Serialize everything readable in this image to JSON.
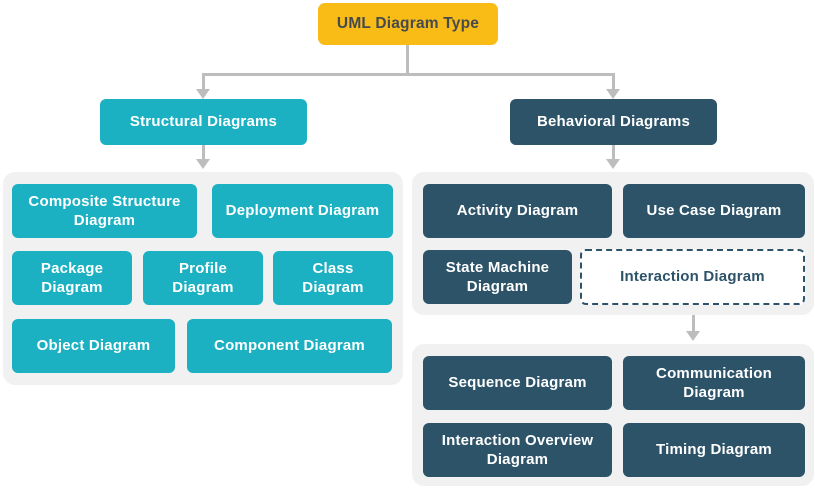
{
  "colors": {
    "root_fill": "#F9BB16",
    "root_text": "#454A4F",
    "structural_fill": "#1BB1C2",
    "behavioral_fill": "#2D5369",
    "panel_background": "#F1F1F2",
    "connector": "#BDBDBD",
    "dashed_node_background": "#FFFFFF"
  },
  "root": {
    "label": "UML Diagram Type"
  },
  "structural": {
    "label": "Structural Diagrams",
    "children": [
      {
        "label": "Composite Structure Diagram"
      },
      {
        "label": "Deployment Diagram"
      },
      {
        "label": "Package Diagram"
      },
      {
        "label": "Profile Diagram"
      },
      {
        "label": "Class Diagram"
      },
      {
        "label": "Object Diagram"
      },
      {
        "label": "Component Diagram"
      }
    ]
  },
  "behavioral": {
    "label": "Behavioral Diagrams",
    "children": [
      {
        "label": "Activity Diagram"
      },
      {
        "label": "Use Case Diagram"
      },
      {
        "label": "State Machine Diagram"
      },
      {
        "label": "Interaction Diagram"
      }
    ]
  },
  "interaction": {
    "children": [
      {
        "label": "Sequence Diagram"
      },
      {
        "label": "Communication Diagram"
      },
      {
        "label": "Interaction Overview Diagram"
      },
      {
        "label": "Timing Diagram"
      }
    ]
  }
}
